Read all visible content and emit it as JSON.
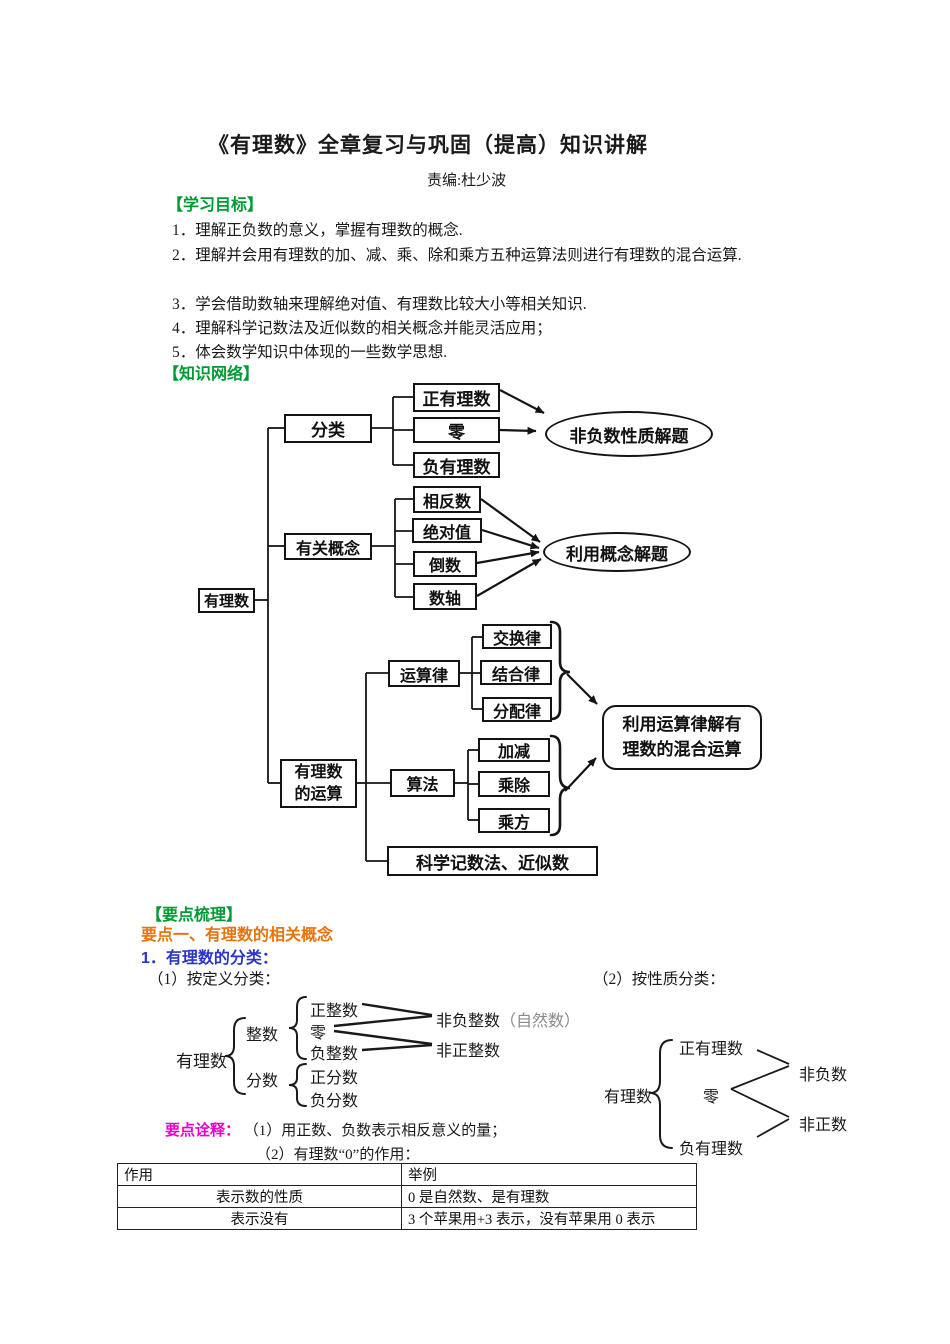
{
  "page": {
    "title": "《有理数》全章复习与巩固（提高）知识讲解",
    "author": "责编:杜少波"
  },
  "colors": {
    "section_green": "#009933",
    "point_orange": "#E8720C",
    "sub_blue": "#2A35C8",
    "note_magenta": "#EE00CC",
    "gray_note": "#8a8a8a"
  },
  "goals": {
    "header": "【学习目标】",
    "items": [
      "1．理解正负数的意义，掌握有理数的概念.",
      "2．理解并会用有理数的加、减、乘、除和乘方五种运算法则进行有理数的混合运算.",
      "3．学会借助数轴来理解绝对值、有理数比较大小等相关知识.",
      "4．理解科学记数法及近似数的相关概念并能灵活应用；",
      "5．体会数学知识中体现的一些数学思想."
    ]
  },
  "network": {
    "header": "【知识网络】",
    "root": "有理数",
    "classify": "分类",
    "pos_rational": "正有理数",
    "zero": "零",
    "neg_rational": "负有理数",
    "nonneg_solve": "非负数性质解题",
    "concepts": "有关概念",
    "opposite": "相反数",
    "absolute": "绝对值",
    "reciprocal": "倒数",
    "number_line": "数轴",
    "concept_solve": "利用概念解题",
    "operations_line1": "有理数",
    "operations_line2": "的运算",
    "op_laws": "运算律",
    "commutative": "交换律",
    "associative": "结合律",
    "distributive": "分配律",
    "algorithms": "算法",
    "add_sub": "加减",
    "mul_div": "乘除",
    "power": "乘方",
    "sci_notation": "科学记数法、近似数",
    "mixed_line1": "利用运算律解有",
    "mixed_line2": "理数的混合运算"
  },
  "outline": {
    "header": "【要点梳理】",
    "point1": "要点一、有理数的相关概念",
    "sub1": "1．有理数的分类：",
    "by_definition": "（1）按定义分类：",
    "by_property": "（2）按性质分类："
  },
  "diagram_definition": {
    "root": "有理数",
    "integer": "整数",
    "pos_integer": "正整数",
    "zero": "零",
    "neg_integer": "负整数",
    "fraction": "分数",
    "pos_fraction": "正分数",
    "neg_fraction": "负分数",
    "nonneg_integer": "非负整数",
    "natural": "（自然数）",
    "nonpos_integer": "非正整数"
  },
  "diagram_property": {
    "root": "有理数",
    "pos_rational": "正有理数",
    "zero": "零",
    "neg_rational": "负有理数",
    "nonneg": "非负数",
    "nonpos": "非正数"
  },
  "notes": {
    "label": "要点诠释：",
    "note1": "（1）用正数、负数表示相反意义的量；",
    "note2": "（2）有理数“0”的作用："
  },
  "zero_table": {
    "headers": [
      "作用",
      "举例"
    ],
    "rows": [
      [
        "表示数的性质",
        "0 是自然数、是有理数"
      ],
      [
        "表示没有",
        "3 个苹果用+3 表示，没有苹果用 0 表示"
      ]
    ]
  }
}
